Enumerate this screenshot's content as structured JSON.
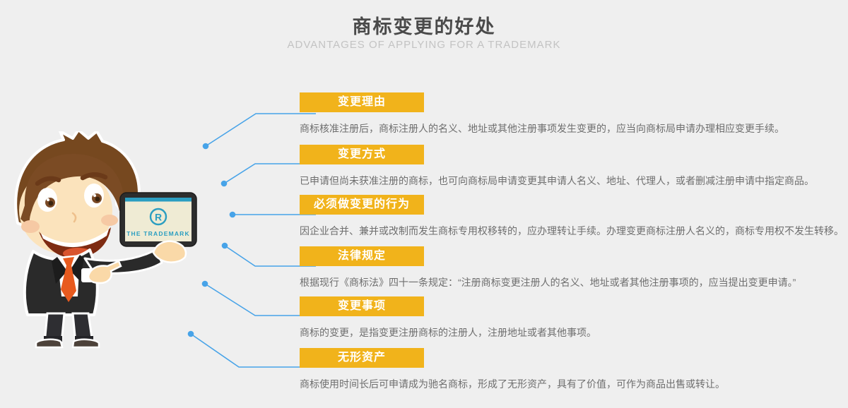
{
  "page": {
    "title": "商标变更的好处",
    "subtitle": "ADVANTAGES OF APPLYING FOR A TRADEMARK"
  },
  "tablet": {
    "logo_icon": "registered-trademark-icon",
    "logo_letter": "R",
    "label": "THE TRADEMARK"
  },
  "sections": [
    {
      "label": "变更理由",
      "description": "商标核准注册后，商标注册人的名义、地址或其他注册事项发生变更的，应当向商标局申请办理相应变更手续。"
    },
    {
      "label": "变更方式",
      "description": "已申请但尚未获准注册的商标，也可向商标局申请变更其申请人名义、地址、代理人，或者删减注册申请中指定商品。"
    },
    {
      "label": "必须做变更的行为",
      "description": "因企业合并、兼并或改制而发生商标专用权移转的，应办理转让手续。办理变更商标注册人名义的，商标专用权不发生转移。"
    },
    {
      "label": "法律规定",
      "description": "根据现行《商标法》四十一条规定：“注册商标变更注册人的名义、地址或者其他注册事项的，应当提出变更申请。”"
    },
    {
      "label": "变更事项",
      "description": "商标的变更，是指变更注册商标的注册人，注册地址或者其他事项。"
    },
    {
      "label": "无形资产",
      "description": "商标使用时间长后可申请成为驰名商标，形成了无形资产，具有了价值，可作为商品出售或转让。"
    }
  ],
  "colors": {
    "background": "#efefef",
    "accent_yellow": "#f1b31b",
    "connector_blue": "#47a3e8",
    "tablet_teal": "#2b9ec1",
    "title_gray": "#4a4a4a",
    "subtitle_gray": "#c3c3c3",
    "body_text_gray": "#6e6e6e"
  }
}
